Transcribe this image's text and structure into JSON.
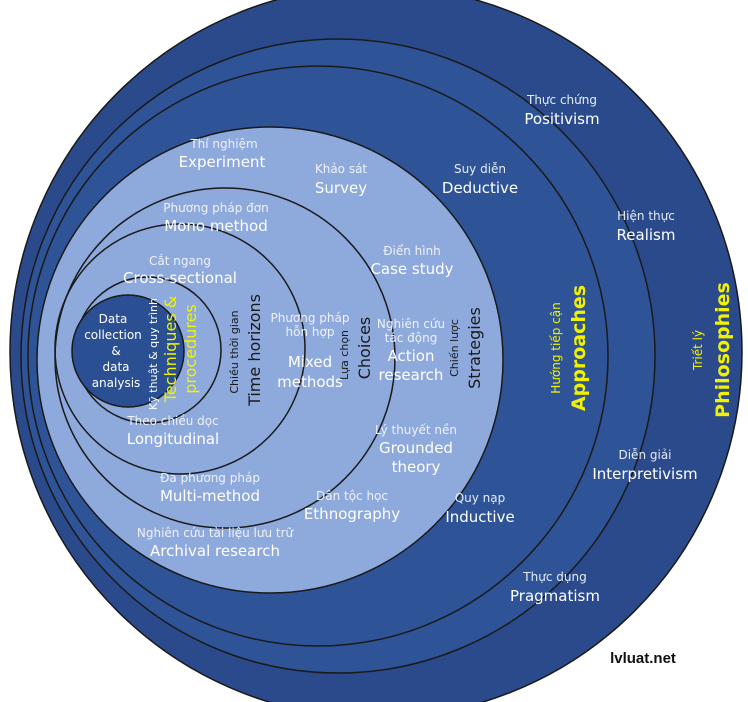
{
  "colors": {
    "outer_ring": "#2b4a8b",
    "approach_ring": "#2f5397",
    "light_ring": "#8ea9db",
    "core": "#2b4f93",
    "sub_text_light": "#e6ecf7",
    "main_text_light": "#ffffff",
    "sub_text_mid": "#eef2fa",
    "label_yellow": "#f2f200",
    "dark_text": "#1a1a1a"
  },
  "philosophies": {
    "label_vi": "Triết lý",
    "label_en": "Philosophies",
    "items": [
      {
        "vi": "Thực chứng",
        "en": "Positivism"
      },
      {
        "vi": "Hiện thực",
        "en": "Realism"
      },
      {
        "vi": "Diễn giải",
        "en": "Interpretivism"
      },
      {
        "vi": "Thực dụng",
        "en": "Pragmatism"
      }
    ]
  },
  "approaches": {
    "label_vi": "Hướng tiếp cận",
    "label_en": "Approaches",
    "items": [
      {
        "vi": "Suy diễn",
        "en": "Deductive"
      },
      {
        "vi": "Quy nạp",
        "en": "Inductive"
      }
    ]
  },
  "strategies": {
    "label_vi": "Chiến lược",
    "label_en": "Strategies",
    "items": [
      {
        "vi": "Thí nghiệm",
        "en": "Experiment"
      },
      {
        "vi": "Khảo sát",
        "en": "Survey"
      },
      {
        "vi": "Điển hình",
        "en": "Case study"
      },
      {
        "vi_l1": "Nghiên cứu",
        "vi_l2": "tác động",
        "en_l1": "Action",
        "en_l2": "research"
      },
      {
        "vi": "Lý thuyết nền",
        "en_l1": "Grounded",
        "en_l2": "theory"
      },
      {
        "vi": "Dân tộc học",
        "en": "Ethnography"
      },
      {
        "vi": "Nghiên cứu tài liệu lưu trữ",
        "en": "Archival research"
      }
    ]
  },
  "choices": {
    "label_vi": "Lựa chọn",
    "label_en": "Choices",
    "items": [
      {
        "vi": "Phương pháp đơn",
        "en": "Mono method"
      },
      {
        "vi_l1": "Phương pháp",
        "vi_l2": "hỗn hợp",
        "en_l1": "Mixed",
        "en_l2": "methods"
      },
      {
        "vi": "Đa phương pháp",
        "en": "Multi-method"
      }
    ]
  },
  "time_horizons": {
    "label_vi": "Chiều thời gian",
    "label_en": "Time horizons",
    "items": [
      {
        "vi": "Cắt ngang",
        "en": "Cross-sectional"
      },
      {
        "vi": "Theo chiều dọc",
        "en": "Longitudinal"
      }
    ]
  },
  "techniques": {
    "label_vi": "Kỹ thuật & quy trình",
    "label_en_l1": "Techniques &",
    "label_en_l2": "procedures",
    "core_l1": "Data",
    "core_l2": "collection",
    "core_l3": "&",
    "core_l4": "data",
    "core_l5": "analysis"
  },
  "watermark": "lvluat.net"
}
